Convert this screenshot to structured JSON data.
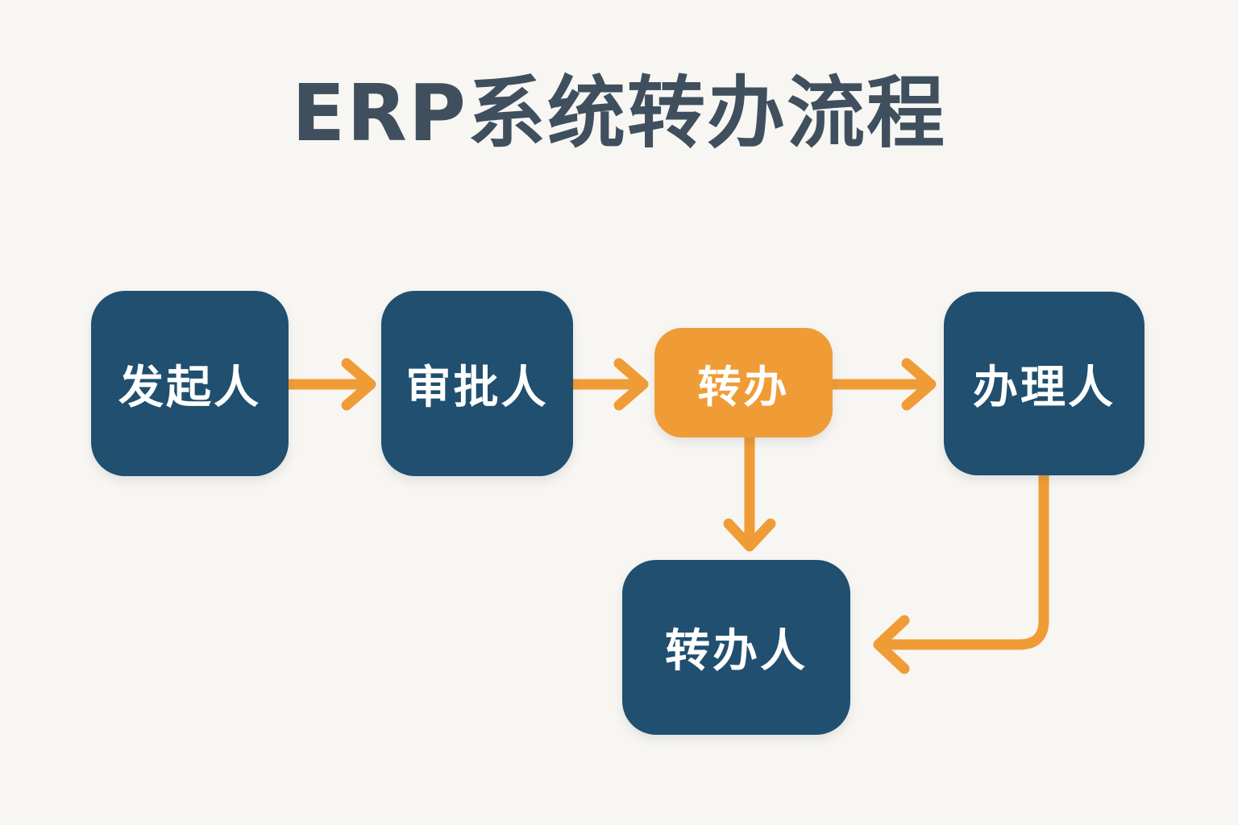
{
  "title": "ERP系统转办流程",
  "colors": {
    "background": "#f8f6f2",
    "node_primary": "#204f6f",
    "node_accent": "#f09c36",
    "arrow": "#f09c36",
    "title_color": "#3f4f5e",
    "node_text": "#ffffff"
  },
  "nodes": [
    {
      "id": "initiator",
      "label": "发起人",
      "style": "primary"
    },
    {
      "id": "approver",
      "label": "审批人",
      "style": "primary"
    },
    {
      "id": "transfer",
      "label": "转办",
      "style": "accent"
    },
    {
      "id": "handler",
      "label": "办理人",
      "style": "primary"
    },
    {
      "id": "transferee",
      "label": "转办人",
      "style": "primary"
    }
  ],
  "edges": [
    {
      "from": "发起人",
      "to": "审批人",
      "direction": "right"
    },
    {
      "from": "审批人",
      "to": "转办",
      "direction": "right"
    },
    {
      "from": "转办",
      "to": "办理人",
      "direction": "right"
    },
    {
      "from": "转办",
      "to": "转办人",
      "direction": "down"
    },
    {
      "from": "办理人",
      "to": "转办人",
      "direction": "down-left-elbow"
    }
  ]
}
